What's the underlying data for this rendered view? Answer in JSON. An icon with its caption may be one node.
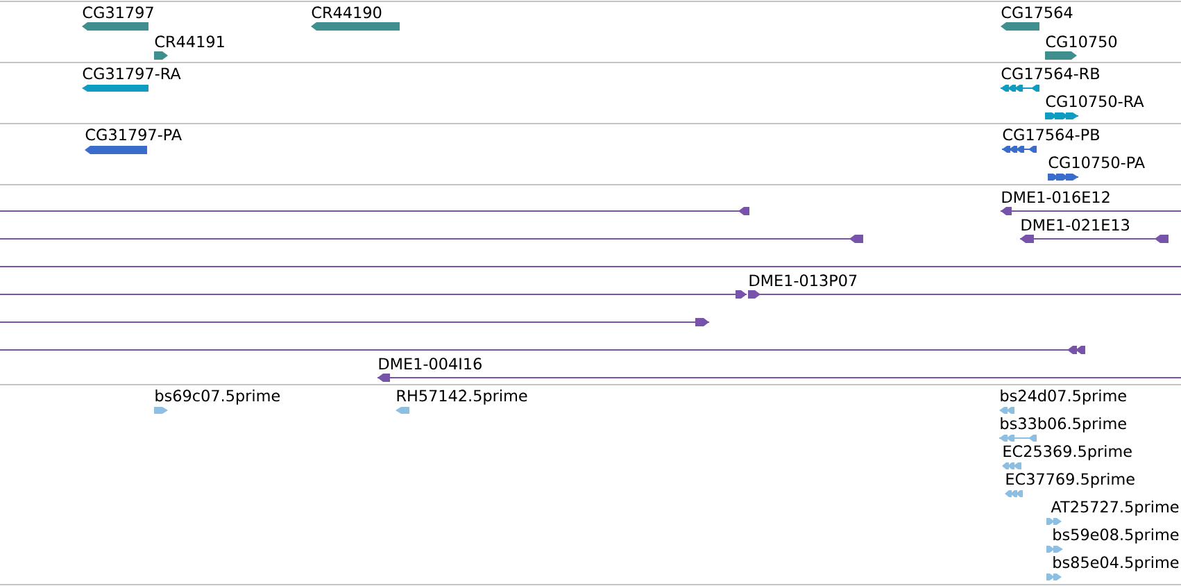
{
  "diagram": {
    "nodes": [
      {
        "text": [
          "CG31797"
        ]
      },
      {
        "text": [
          "CR44190"
        ]
      },
      {
        "text": [
          "CG17564"
        ]
      },
      {
        "text": [
          "CR44191"
        ]
      },
      {
        "text": [
          "CG10750"
        ]
      },
      {
        "text": [
          "CG31797-RA"
        ]
      },
      {
        "text": [
          "CG17564-RB"
        ]
      },
      {
        "text": [
          "CG10750-RA"
        ]
      },
      {
        "text": [
          "CG31797-PA"
        ]
      },
      {
        "text": [
          "CG17564-PB"
        ]
      },
      {
        "text": [
          "CG10750-PA"
        ]
      },
      {
        "text": [],
        "shape": "bar"
      },
      {
        "text": [
          "DME1-016E12"
        ]
      },
      {
        "text": [],
        "shape": "bar"
      },
      {
        "text": [
          "DME1-021E13"
        ]
      },
      {
        "text": [],
        "shape": "bar"
      },
      {
        "text": [],
        "shape": "bar"
      },
      {
        "text": [
          "DME1-013P07"
        ]
      },
      {
        "text": [],
        "shape": "bar"
      },
      {
        "text": [],
        "shape": "bar"
      },
      {
        "text": [
          "DME1-004I16"
        ]
      },
      {
        "text": [
          "bs69c07.5prime"
        ]
      },
      {
        "text": [
          "RH57142.5prime"
        ]
      },
      {
        "text": [
          "bs24d07.5prime"
        ]
      },
      {
        "text": [
          "bs33b06.5prime"
        ]
      },
      {
        "text": [
          "EC25369.5prime"
        ]
      },
      {
        "text": [
          "EC37769.5prime"
        ]
      },
      {
        "text": [
          "AT25727.5prime"
        ]
      },
      {
        "text": [
          "bs59e08.5prime"
        ]
      },
      {
        "text": [
          "bs85e04.5prime"
        ]
      }
    ]
  }
}
